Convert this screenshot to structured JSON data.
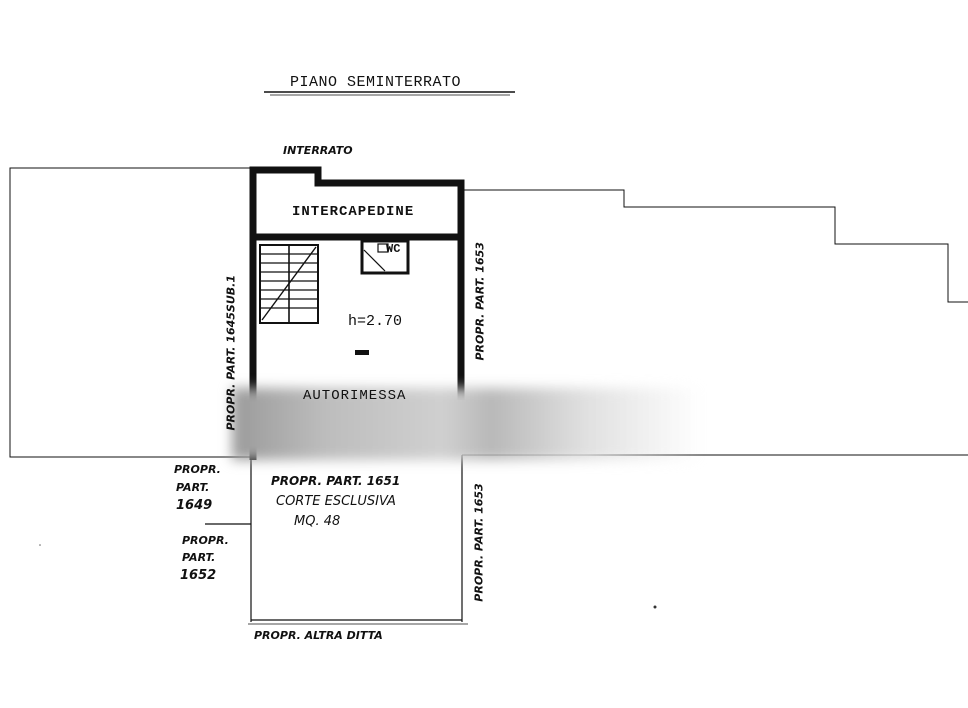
{
  "plan": {
    "title": "PIANO SEMINTERRATO",
    "interrato_label": "INTERRATO",
    "rooms": {
      "intercapedine": "INTERCAPEDINE",
      "wc": "WC",
      "height": "h=2.70",
      "autorimessa": "AUTORIMESSA"
    },
    "labels": {
      "left_wall": "PROPR. PART. 1645SUB.1",
      "right_wall": "PROPR. PART. 1653",
      "lower_right_wall": "PROPR. PART. 1653",
      "court_owner": "PROPR. PART. 1651",
      "court_type": "CORTE ESCLUSIVA",
      "court_area": "MQ. 48",
      "left_upper": [
        "PROPR.",
        "PART.",
        "1649"
      ],
      "left_lower": [
        "PROPR.",
        "PART.",
        "1652"
      ],
      "bottom": "PROPR. ALTRA DITTA"
    }
  }
}
